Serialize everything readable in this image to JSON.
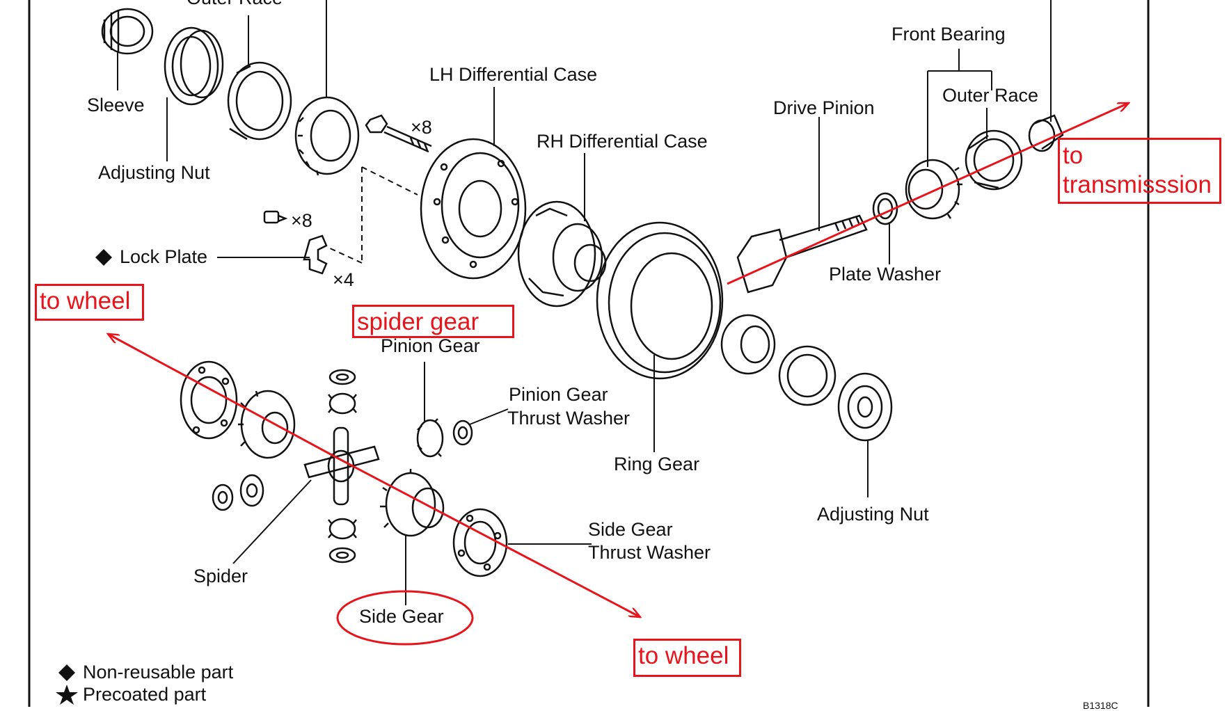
{
  "labels": {
    "outer_race_top": "Outer Race",
    "sleeve": "Sleeve",
    "adjusting_nut_left": "Adjusting Nut",
    "lh_case": "LH Differential Case",
    "rh_case": "RH Differential Case",
    "bolt_count": "×8",
    "nut_count": "×8",
    "plate_count": "×4",
    "lock_plate": "Lock Plate",
    "front_bearing": "Front Bearing",
    "outer_race_right": "Outer Race",
    "drive_pinion": "Drive Pinion",
    "plate_washer": "Plate Washer",
    "pinion_gear": "Pinion Gear",
    "pinion_thrust_1": "Pinion Gear",
    "pinion_thrust_2": "Thrust Washer",
    "ring_gear": "Ring Gear",
    "adjusting_nut_right": "Adjusting Nut",
    "side_thrust_1": "Side Gear",
    "side_thrust_2": "Thrust Washer",
    "spider": "Spider",
    "side_gear": "Side Gear",
    "diagram_code": "B1318C"
  },
  "annotations": {
    "to_wheel_left": "to wheel",
    "to_wheel_bottom": "to wheel",
    "spider_gear": "spider gear",
    "to_transmission_1": "to",
    "to_transmission_2": "transmisssion"
  },
  "legend": {
    "non_reusable": "Non-reusable part",
    "precoated": "Precoated part"
  },
  "colors": {
    "annotation": "#e8141b",
    "ink": "#111111"
  }
}
